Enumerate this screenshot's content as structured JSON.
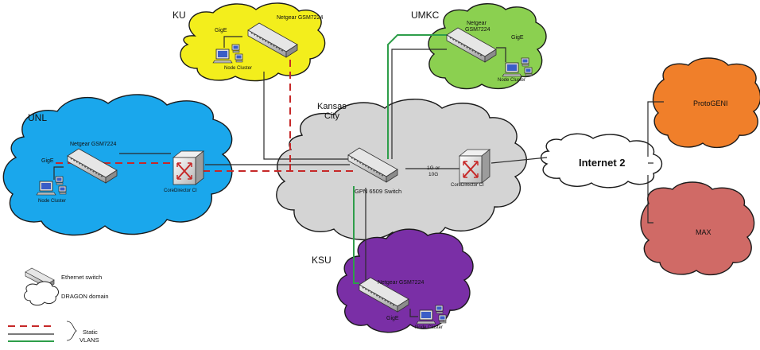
{
  "domains": {
    "ku": {
      "label": "KU"
    },
    "umkc": {
      "label": "UMKC"
    },
    "unl": {
      "label": "UNL"
    },
    "ksu": {
      "label": "KSU"
    },
    "kc": {
      "label_line1": "Kansas",
      "label_line2": "City"
    },
    "internet2": {
      "label": "Internet 2"
    },
    "protogeni": {
      "label": "ProtoGENI"
    },
    "max": {
      "label": "MAX"
    }
  },
  "devices": {
    "ku_switch": {
      "label": "Netgear GSM7224"
    },
    "ku_gige": {
      "label": "GigE"
    },
    "ku_cluster": {
      "label": "Node Cluster"
    },
    "umkc_switch_l1": {
      "label": "Netgear"
    },
    "umkc_switch_l2": {
      "label": "GSM7224"
    },
    "umkc_gige": {
      "label": "GigE"
    },
    "umkc_cluster": {
      "label": "Node Cluster"
    },
    "unl_switch": {
      "label": "Netgear GSM7224"
    },
    "unl_gige": {
      "label": "GigE"
    },
    "unl_cluster": {
      "label": "Node Cluster"
    },
    "unl_cd": {
      "label": "CoreDirector CI"
    },
    "kc_switch": {
      "label": "GPN 6509 Switch"
    },
    "kc_speed_l1": {
      "label": "1G or"
    },
    "kc_speed_l2": {
      "label": "10G"
    },
    "kc_cd": {
      "label": "CoreDirector CI"
    },
    "ksu_switch": {
      "label": "Netgear GSM7224"
    },
    "ksu_gige": {
      "label": "GigE"
    },
    "ksu_cluster": {
      "label": "Node Cluster"
    }
  },
  "legend": {
    "ethernet_switch": "Ethernet switch",
    "dragon_domain": "DRAGON domain",
    "static": "Static",
    "vlans": "VLANS"
  },
  "colors": {
    "ku": "#f3ee1c",
    "umkc": "#8bd050",
    "unl": "#1aa7ec",
    "kc": "#d4d4d4",
    "ksu": "#7a2fa6",
    "protogeni": "#f07f2a",
    "max": "#d06a66",
    "static_line": "#c62828",
    "vlan_line": "#2e9e4a"
  }
}
